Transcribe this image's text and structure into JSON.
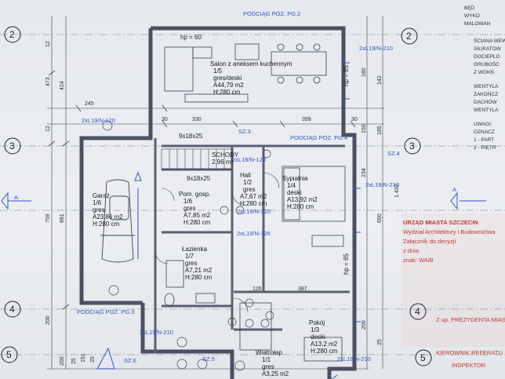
{
  "axes_left": [
    "2",
    "3",
    "4",
    "5"
  ],
  "axes_right": [
    "2",
    "3",
    "4",
    "5"
  ],
  "section_marks": [
    "A",
    "A"
  ],
  "rooms": {
    "salon": {
      "name": "Salon z aneksem kuchennym",
      "num": "1/5",
      "finish": "gres/deski",
      "area": "A44,79 m2",
      "height": "H:280 cm"
    },
    "garaz": {
      "name": "Garaż",
      "num": "1/6",
      "finish": "gres",
      "area": "A23,86 m2",
      "height": "H:280 cm"
    },
    "hall": {
      "name": "Hall",
      "num": "1/2",
      "finish": "gres",
      "area": "A7,67 m2",
      "height": "H:280 cm"
    },
    "sypialnia": {
      "name": "Sypialnia",
      "num": "1/4",
      "finish": "deski",
      "area": "A13,92 m2",
      "height": "H:280 cm"
    },
    "pom_gosp": {
      "name": "Pom. gosp.",
      "num": "1/6",
      "finish": "gres",
      "area": "A7,85 m2",
      "height": "H:280 cm"
    },
    "lazienka": {
      "name": "Łazienka",
      "num": "1/7",
      "finish": "gres",
      "area": "A7,21 m2",
      "height": "H:280 cm"
    },
    "pokoj": {
      "name": "Pokój",
      "num": "1/3",
      "finish": "deski",
      "area": "A13,2 m2",
      "height": "H:280 cm"
    },
    "wiatrolap": {
      "name": "Wiatrołap",
      "num": "1/1",
      "finish": "gres",
      "area": "A3,25 m2"
    }
  },
  "labels": {
    "podciag_pg2": "PODCIĄG POZ. PG.2",
    "podciag_pg4": "PODCIĄG POZ. PG.4",
    "podciag_pg3": "PODCIĄG POZ. PG.3",
    "schody": "SCHODY",
    "schody_h": "2,96 m²",
    "l19_210a": "2xL19/N-210",
    "l19_210b": "2xL19/N-210",
    "l19_210c": "2xL19/N-210",
    "l19_210d": "2xL19/N-210",
    "l19_120a": "2xL19/N-120",
    "l19_120b": "2xL19/N-120",
    "l19_120c": "2xL19/N-120",
    "l19_126": "2xL19/N-126",
    "sz3": "SZ.3",
    "sz4": "SZ.4",
    "sz5": "SZ.5",
    "sz6": "SZ.6",
    "hp60": "hp = 60",
    "hp85a": "hp = 85",
    "hp85b": "hp = 85",
    "step_a": "9x18x25",
    "step_b": "9x18x25"
  },
  "dims_top": [
    "245",
    "30",
    "330",
    "399",
    "30",
    "126",
    "387"
  ],
  "dims_left": [
    "473",
    "424",
    "881",
    "759",
    "200",
    "200",
    "25",
    "151",
    "25",
    "12",
    "12"
  ],
  "dims_right": [
    "180",
    "142",
    "150",
    "185",
    "1.432",
    "650",
    "234",
    "200",
    "25"
  ],
  "stamp": {
    "l1": "URZĄD MIASTA SZCZECIN",
    "l2": "Wydział Architektury i Budownictwa",
    "l3": "Załącznik do decyzji",
    "l4": "z dnia",
    "l5": "znak: WAiB",
    "l6": "Z up. PREZYDENTA MIASTA",
    "l7": "KIEROWNIK REFERATU",
    "l8": "INSPEKTOR"
  },
  "side_notes": [
    "ŚCIANA WEW.",
    "SILIKATOW",
    "DOCIEPLO",
    "GRUBOŚĆ",
    "Z WOKŃ",
    "WENTYLA",
    "ZAKOŃCZ",
    "DACHOW",
    "WENTYLA",
    "UWAGI:",
    "OZNACZ",
    "1 - PART",
    "2 - PIĘTR",
    "BĘD",
    "WYKO",
    "MALOWAN"
  ],
  "colors": {
    "line": "#2c3342",
    "blue": "#2a55c9",
    "stamp": "#c0392b",
    "wall": "#5a6070"
  }
}
